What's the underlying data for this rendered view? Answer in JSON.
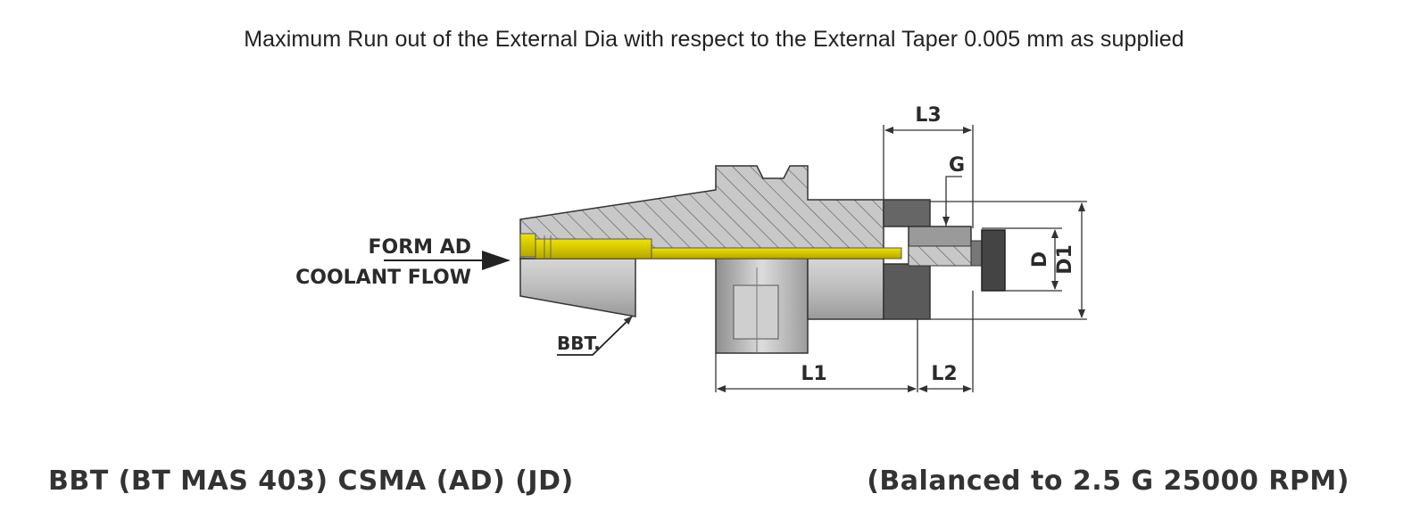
{
  "header": {
    "note": "Maximum Run out of the External Dia with respect to the External Taper 0.005 mm as supplied"
  },
  "diagram": {
    "callouts": {
      "coolant_line1": "FORM AD",
      "coolant_line2": "COOLANT FLOW",
      "taper": "BBT."
    },
    "dimensions": {
      "l1": "L1",
      "l2": "L2",
      "l3": "L3",
      "g": "G",
      "d": "D",
      "d1": "D1"
    },
    "colors": {
      "coolant_channel": "#d8d000",
      "body_steel": "#b9b9b9",
      "dark_part": "#555555"
    }
  },
  "footer": {
    "product": "BBT (BT MAS 403) CSMA (AD) (JD)",
    "balance": "(Balanced to 2.5 G 25000 RPM)"
  }
}
